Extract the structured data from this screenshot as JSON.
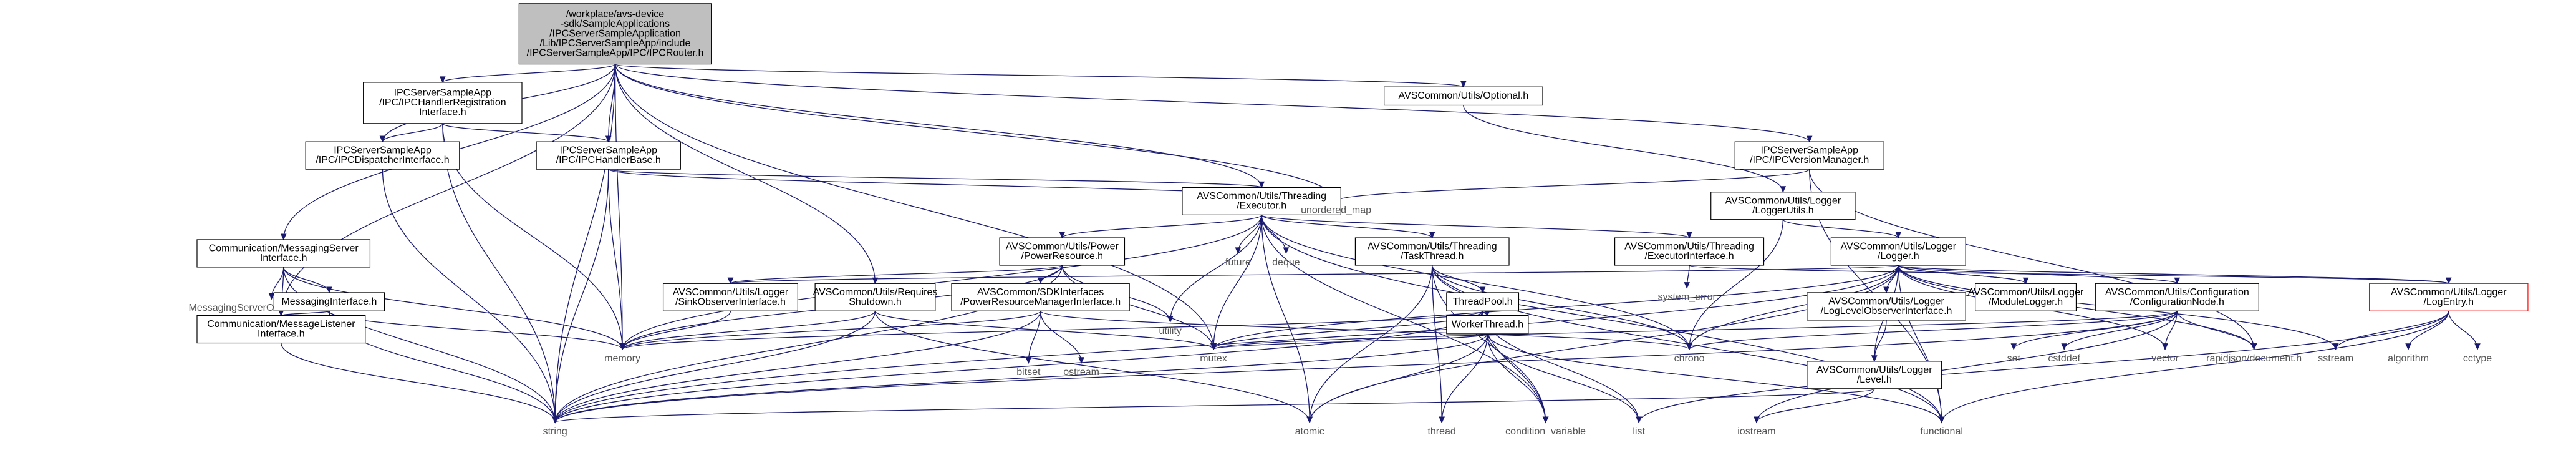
{
  "diagram": {
    "nodes": [
      {
        "id": "root",
        "label": "/workplace/avs-device\n-sdk/SampleApplications\n/IPCServerSampleApplication\n/Lib/IPCServerSampleApp/include\n/IPCServerSampleApp/IPC/IPCRouter.h",
        "style": "gray"
      },
      {
        "id": "regIface",
        "label": "IPCServerSampleApp\n/IPC/IPCHandlerRegistration\nInterface.h",
        "style": "white"
      },
      {
        "id": "dispIface",
        "label": "IPCServerSampleApp\n/IPC/IPCDispatcherInterface.h",
        "style": "white"
      },
      {
        "id": "handlerBase",
        "label": "IPCServerSampleApp\n/IPC/IPCHandlerBase.h",
        "style": "white"
      },
      {
        "id": "optional",
        "label": "AVSCommon/Utils/Optional.h",
        "style": "white"
      },
      {
        "id": "versionMgr",
        "label": "IPCServerSampleApp\n/IPC/IPCVersionManager.h",
        "style": "white"
      },
      {
        "id": "msgServerIface",
        "label": "Communication/MessagingServer\nInterface.h",
        "style": "white"
      },
      {
        "id": "executor",
        "label": "AVSCommon/Utils/Threading\n/Executor.h",
        "style": "white"
      },
      {
        "id": "loggerUtils",
        "label": "AVSCommon/Utils/Logger\n/LoggerUtils.h",
        "style": "white"
      },
      {
        "id": "msgServerObs",
        "label": "MessagingServerObserverInterface.h",
        "style": "bare"
      },
      {
        "id": "msgIface",
        "label": "MessagingInterface.h",
        "style": "white"
      },
      {
        "id": "msgListener",
        "label": "Communication/MessageListener\nInterface.h",
        "style": "white"
      },
      {
        "id": "powerRes",
        "label": "AVSCommon/Utils/Power\n/PowerResource.h",
        "style": "white"
      },
      {
        "id": "reqShutdown",
        "label": "AVSCommon/Utils/Requires\nShutdown.h",
        "style": "white"
      },
      {
        "id": "taskThread",
        "label": "AVSCommon/Utils/Threading\n/TaskThread.h",
        "style": "white"
      },
      {
        "id": "execIface",
        "label": "AVSCommon/Utils/Threading\n/ExecutorInterface.h",
        "style": "white"
      },
      {
        "id": "logger",
        "label": "AVSCommon/Utils/Logger\n/Logger.h",
        "style": "white"
      },
      {
        "id": "sinkObs",
        "label": "AVSCommon/Utils/Logger\n/SinkObserverInterface.h",
        "style": "white"
      },
      {
        "id": "powerMgrIface",
        "label": "AVSCommon/SDKInterfaces\n/PowerResourceManagerInterface.h",
        "style": "white"
      },
      {
        "id": "threadPool",
        "label": "ThreadPool.h",
        "style": "white"
      },
      {
        "id": "workerThread",
        "label": "WorkerThread.h",
        "style": "white"
      },
      {
        "id": "logLevelObs",
        "label": "AVSCommon/Utils/Logger\n/LogLevelObserverInterface.h",
        "style": "white"
      },
      {
        "id": "moduleLogger",
        "label": "AVSCommon/Utils/Logger\n/ModuleLogger.h",
        "style": "white"
      },
      {
        "id": "configNode",
        "label": "AVSCommon/Utils/Configuration\n/ConfigurationNode.h",
        "style": "white"
      },
      {
        "id": "logEntry",
        "label": "AVSCommon/Utils/Logger\n/LogEntry.h",
        "style": "red"
      },
      {
        "id": "level",
        "label": "AVSCommon/Utils/Logger\n/Level.h",
        "style": "white"
      },
      {
        "id": "unordered_map",
        "label": "unordered_map",
        "style": "bare"
      },
      {
        "id": "future",
        "label": "future",
        "style": "bare"
      },
      {
        "id": "deque",
        "label": "deque",
        "style": "bare"
      },
      {
        "id": "utility",
        "label": "utility",
        "style": "bare"
      },
      {
        "id": "system_error",
        "label": "system_error",
        "style": "bare"
      },
      {
        "id": "memory",
        "label": "memory",
        "style": "bare"
      },
      {
        "id": "mutex",
        "label": "mutex",
        "style": "bare"
      },
      {
        "id": "chrono",
        "label": "chrono",
        "style": "bare"
      },
      {
        "id": "bitset",
        "label": "bitset",
        "style": "bare"
      },
      {
        "id": "ostream",
        "label": "ostream",
        "style": "bare"
      },
      {
        "id": "set",
        "label": "set",
        "style": "bare"
      },
      {
        "id": "cstddef",
        "label": "cstddef",
        "style": "bare"
      },
      {
        "id": "vector",
        "label": "vector",
        "style": "bare"
      },
      {
        "id": "rapidjson",
        "label": "rapidjson/document.h",
        "style": "bare"
      },
      {
        "id": "sstream",
        "label": "sstream",
        "style": "bare"
      },
      {
        "id": "algorithm",
        "label": "algorithm",
        "style": "bare"
      },
      {
        "id": "cctype",
        "label": "cctype",
        "style": "bare"
      },
      {
        "id": "string",
        "label": "string",
        "style": "bare"
      },
      {
        "id": "atomic",
        "label": "atomic",
        "style": "bare"
      },
      {
        "id": "thread",
        "label": "thread",
        "style": "bare"
      },
      {
        "id": "condition_variable",
        "label": "condition_variable",
        "style": "bare"
      },
      {
        "id": "list",
        "label": "list",
        "style": "bare"
      },
      {
        "id": "iostream",
        "label": "iostream",
        "style": "bare"
      },
      {
        "id": "functional",
        "label": "functional",
        "style": "bare"
      }
    ],
    "edges": [
      [
        "root",
        "regIface"
      ],
      [
        "root",
        "dispIface"
      ],
      [
        "root",
        "handlerBase"
      ],
      [
        "root",
        "optional"
      ],
      [
        "root",
        "versionMgr"
      ],
      [
        "root",
        "msgServerIface"
      ],
      [
        "root",
        "executor"
      ],
      [
        "root",
        "reqShutdown"
      ],
      [
        "root",
        "msgListener"
      ],
      [
        "root",
        "unordered_map"
      ],
      [
        "root",
        "memory"
      ],
      [
        "root",
        "mutex"
      ],
      [
        "root",
        "string"
      ],
      [
        "regIface",
        "dispIface"
      ],
      [
        "regIface",
        "handlerBase"
      ],
      [
        "regIface",
        "memory"
      ],
      [
        "regIface",
        "string"
      ],
      [
        "dispIface",
        "string"
      ],
      [
        "handlerBase",
        "executor"
      ],
      [
        "handlerBase",
        "unordered_map"
      ],
      [
        "handlerBase",
        "memory"
      ],
      [
        "handlerBase",
        "string"
      ],
      [
        "optional",
        "loggerUtils"
      ],
      [
        "versionMgr",
        "unordered_map"
      ],
      [
        "versionMgr",
        "functional"
      ],
      [
        "versionMgr",
        "rapidjson"
      ],
      [
        "msgServerIface",
        "msgServerObs"
      ],
      [
        "msgServerIface",
        "msgIface"
      ],
      [
        "msgServerIface",
        "msgListener"
      ],
      [
        "msgServerIface",
        "memory"
      ],
      [
        "msgServerIface",
        "string"
      ],
      [
        "msgIface",
        "msgListener"
      ],
      [
        "msgIface",
        "memory"
      ],
      [
        "msgIface",
        "string"
      ],
      [
        "msgListener",
        "string"
      ],
      [
        "executor",
        "powerRes"
      ],
      [
        "executor",
        "taskThread"
      ],
      [
        "executor",
        "execIface"
      ],
      [
        "executor",
        "future"
      ],
      [
        "executor",
        "deque"
      ],
      [
        "executor",
        "utility"
      ],
      [
        "executor",
        "memory"
      ],
      [
        "executor",
        "mutex"
      ],
      [
        "executor",
        "atomic"
      ],
      [
        "executor",
        "chrono"
      ],
      [
        "executor",
        "functional"
      ],
      [
        "executor",
        "condition_variable"
      ],
      [
        "loggerUtils",
        "logger"
      ],
      [
        "loggerUtils",
        "chrono"
      ],
      [
        "powerRes",
        "sinkObs"
      ],
      [
        "powerRes",
        "powerMgrIface"
      ],
      [
        "powerRes",
        "utility"
      ],
      [
        "powerRes",
        "memory"
      ],
      [
        "powerRes",
        "mutex"
      ],
      [
        "powerRes",
        "string"
      ],
      [
        "reqShutdown",
        "memory"
      ],
      [
        "reqShutdown",
        "string"
      ],
      [
        "reqShutdown",
        "atomic"
      ],
      [
        "reqShutdown",
        "mutex"
      ],
      [
        "taskThread",
        "threadPool"
      ],
      [
        "taskThread",
        "workerThread"
      ],
      [
        "taskThread",
        "atomic"
      ],
      [
        "taskThread",
        "functional"
      ],
      [
        "taskThread",
        "thread"
      ],
      [
        "taskThread",
        "chrono"
      ],
      [
        "taskThread",
        "condition_variable"
      ],
      [
        "execIface",
        "system_error"
      ],
      [
        "execIface",
        "logEntry"
      ],
      [
        "logger",
        "logLevelObs"
      ],
      [
        "logger",
        "moduleLogger"
      ],
      [
        "logger",
        "configNode"
      ],
      [
        "logger",
        "sinkObs"
      ],
      [
        "logger",
        "logEntry"
      ],
      [
        "logger",
        "level"
      ],
      [
        "logger",
        "atomic"
      ],
      [
        "logger",
        "chrono"
      ],
      [
        "logger",
        "mutex"
      ],
      [
        "logger",
        "sstream"
      ],
      [
        "logger",
        "string"
      ],
      [
        "logger",
        "vector"
      ],
      [
        "logger",
        "functional"
      ],
      [
        "logger",
        "rapidjson"
      ],
      [
        "moduleLogger",
        "logger"
      ],
      [
        "sinkObs",
        "memory"
      ],
      [
        "powerMgrIface",
        "bitset"
      ],
      [
        "powerMgrIface",
        "ostream"
      ],
      [
        "powerMgrIface",
        "chrono"
      ],
      [
        "powerMgrIface",
        "memory"
      ],
      [
        "powerMgrIface",
        "string"
      ],
      [
        "threadPool",
        "workerThread"
      ],
      [
        "threadPool",
        "condition_variable"
      ],
      [
        "threadPool",
        "list"
      ],
      [
        "threadPool",
        "mutex"
      ],
      [
        "threadPool",
        "memory"
      ],
      [
        "threadPool",
        "string"
      ],
      [
        "workerThread",
        "atomic"
      ],
      [
        "workerThread",
        "thread"
      ],
      [
        "workerThread",
        "condition_variable"
      ],
      [
        "workerThread",
        "functional"
      ],
      [
        "workerThread",
        "string"
      ],
      [
        "workerThread",
        "mutex"
      ],
      [
        "workerThread",
        "list"
      ],
      [
        "logLevelObs",
        "level"
      ],
      [
        "configNode",
        "set"
      ],
      [
        "configNode",
        "cstddef"
      ],
      [
        "configNode",
        "vector"
      ],
      [
        "configNode",
        "rapidjson"
      ],
      [
        "configNode",
        "chrono"
      ],
      [
        "configNode",
        "mutex"
      ],
      [
        "configNode",
        "iostream"
      ],
      [
        "configNode",
        "string"
      ],
      [
        "logEntry",
        "sstream"
      ],
      [
        "logEntry",
        "algorithm"
      ],
      [
        "logEntry",
        "cctype"
      ],
      [
        "logEntry",
        "list"
      ],
      [
        "logEntry",
        "functional"
      ],
      [
        "level",
        "iostream"
      ],
      [
        "level",
        "string"
      ]
    ]
  }
}
